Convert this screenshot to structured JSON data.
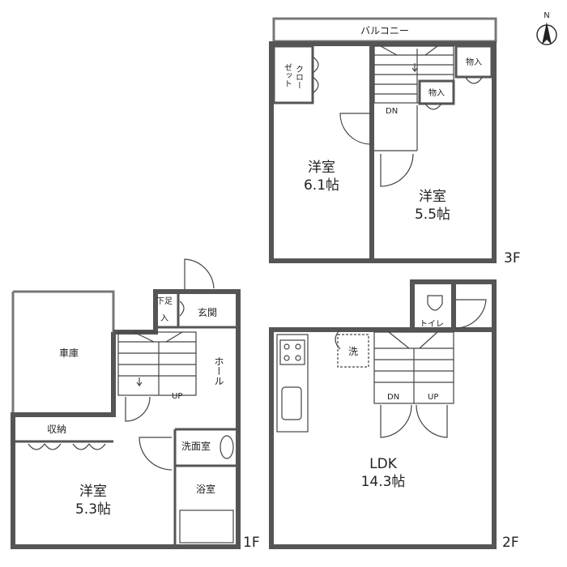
{
  "floors": {
    "f1": "1F",
    "f2": "2F",
    "f3": "3F"
  },
  "rooms_3f": {
    "balcony": "バルコニー",
    "closet_1": "クロー",
    "closet_2": "ゼット",
    "western_a_name": "洋室",
    "western_a_size": "6.1帖",
    "western_b_name": "洋室",
    "western_b_size": "5.5帖",
    "storage_1": "物入",
    "storage_2": "物入",
    "stair_dn": "DN"
  },
  "rooms_2f": {
    "ldk_name": "LDK",
    "ldk_size": "14.3帖",
    "toilet": "トイレ",
    "laundry": "洗",
    "stair_dn": "DN",
    "stair_up": "UP"
  },
  "rooms_1f": {
    "garage": "車庫",
    "shoe_storage_1": "下足",
    "shoe_storage_2": "入",
    "entrance": "玄関",
    "hall": "ホール",
    "stair_up": "UP",
    "storage": "収納",
    "washroom": "洗面室",
    "bathroom": "浴室",
    "western_name": "洋室",
    "western_size": "5.3帖"
  },
  "compass": {
    "north": "N"
  }
}
